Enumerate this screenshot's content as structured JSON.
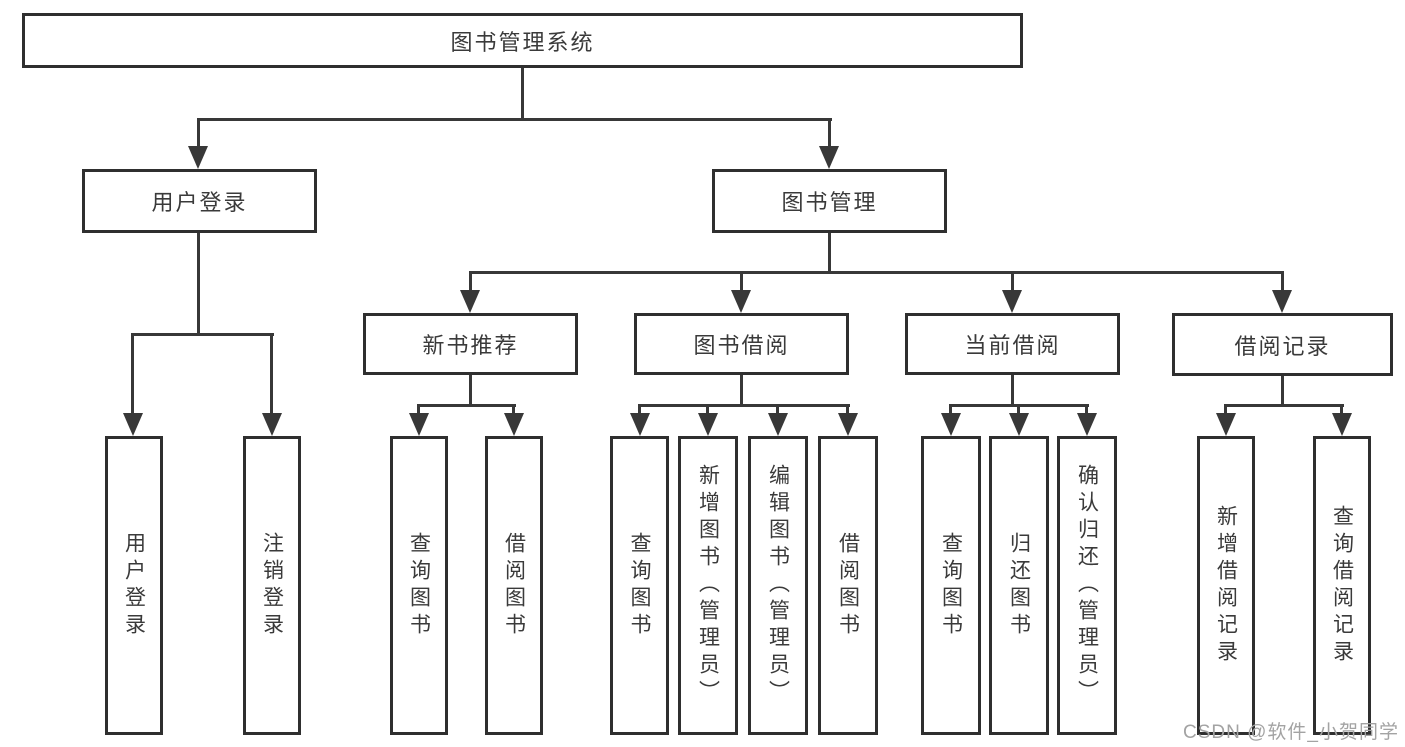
{
  "tree": {
    "root": {
      "label": "图书管理系统"
    },
    "level2": [
      {
        "label": "用户登录"
      },
      {
        "label": "图书管理"
      }
    ],
    "level3": [
      {
        "label": "新书推荐"
      },
      {
        "label": "图书借阅"
      },
      {
        "label": "当前借阅"
      },
      {
        "label": "借阅记录"
      }
    ],
    "leaves": {
      "user": [
        {
          "label": "用户登录"
        },
        {
          "label": "注销登录"
        }
      ],
      "recommend": [
        {
          "label": "查询图书"
        },
        {
          "label": "借阅图书"
        }
      ],
      "borrow": [
        {
          "label": "查询图书"
        },
        {
          "label": "新增图书（管理员）"
        },
        {
          "label": "编辑图书（管理员）"
        },
        {
          "label": "借阅图书"
        }
      ],
      "current": [
        {
          "label": "查询图书"
        },
        {
          "label": "归还图书"
        },
        {
          "label": "确认归还（管理员）"
        }
      ],
      "records": [
        {
          "label": "新增借阅记录"
        },
        {
          "label": "查询借阅记录"
        }
      ]
    }
  },
  "watermark": {
    "text": "CSDN @软件_小贺同学"
  },
  "colors": {
    "border": "#2f2f2f",
    "line": "#383838",
    "text": "#3a3a3a",
    "watermark": "#a3a3a3",
    "background": "#ffffff"
  }
}
